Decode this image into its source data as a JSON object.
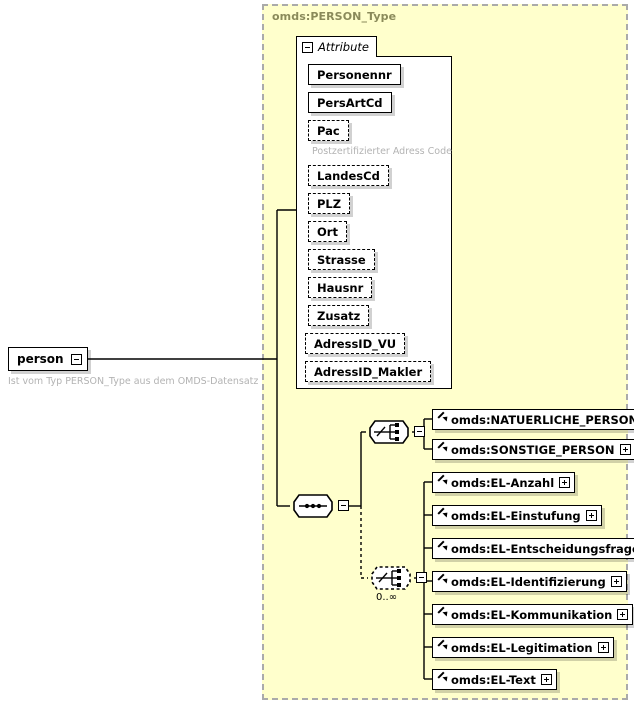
{
  "diagram": {
    "type_title": "omds:PERSON_Type",
    "attribute_tab_label": "Attribute",
    "root_element": {
      "name": "person",
      "annotation": "Ist vom Typ PERSON_Type aus dem OMDS-Datensatz",
      "toggle": "minus-icon"
    },
    "attributes": [
      {
        "name": "Personennr",
        "required": true,
        "note": ""
      },
      {
        "name": "PersArtCd",
        "required": true,
        "note": ""
      },
      {
        "name": "Pac",
        "required": false,
        "note": "Postzertifizierter Adress Code"
      },
      {
        "name": "LandesCd",
        "required": false,
        "note": ""
      },
      {
        "name": "PLZ",
        "required": false,
        "note": ""
      },
      {
        "name": "Ort",
        "required": false,
        "note": ""
      },
      {
        "name": "Strasse",
        "required": false,
        "note": ""
      },
      {
        "name": "Hausnr",
        "required": false,
        "note": ""
      },
      {
        "name": "Zusatz",
        "required": false,
        "note": ""
      },
      {
        "name": "AdressID_VU",
        "required": false,
        "note": ""
      },
      {
        "name": "AdressID_Makler",
        "required": false,
        "note": ""
      }
    ],
    "compositors": [
      {
        "id": "sequence-node",
        "kind": "sequence",
        "icon": "sequence-icon",
        "required": true,
        "cardinality": ""
      },
      {
        "id": "choice-person",
        "kind": "choice",
        "icon": "choice-icon",
        "required": true,
        "cardinality": ""
      },
      {
        "id": "choice-element",
        "kind": "choice",
        "icon": "choice-icon",
        "required": false,
        "cardinality": "0..∞"
      }
    ],
    "choice_person_refs": [
      {
        "name": "omds:NATUERLICHE_PERSON",
        "toggle": "plus-icon"
      },
      {
        "name": "omds:SONSTIGE_PERSON",
        "toggle": "plus-icon"
      }
    ],
    "choice_element_refs": [
      {
        "name": "omds:EL-Anzahl",
        "toggle": "plus-icon"
      },
      {
        "name": "omds:EL-Einstufung",
        "toggle": "plus-icon"
      },
      {
        "name": "omds:EL-Entscheidungsfrage",
        "toggle": "plus-icon"
      },
      {
        "name": "omds:EL-Identifizierung",
        "toggle": "plus-icon"
      },
      {
        "name": "omds:EL-Kommunikation",
        "toggle": "plus-icon"
      },
      {
        "name": "omds:EL-Legitimation",
        "toggle": "plus-icon"
      },
      {
        "name": "omds:EL-Text",
        "toggle": "plus-icon"
      }
    ],
    "colors": {
      "type_background": "#ffffcc",
      "type_border": "#aaaaaa",
      "title_text": "#8a8a5a",
      "annotation_text": "#b3b3b3",
      "box_background": "#ffffff",
      "line": "#000000"
    }
  }
}
